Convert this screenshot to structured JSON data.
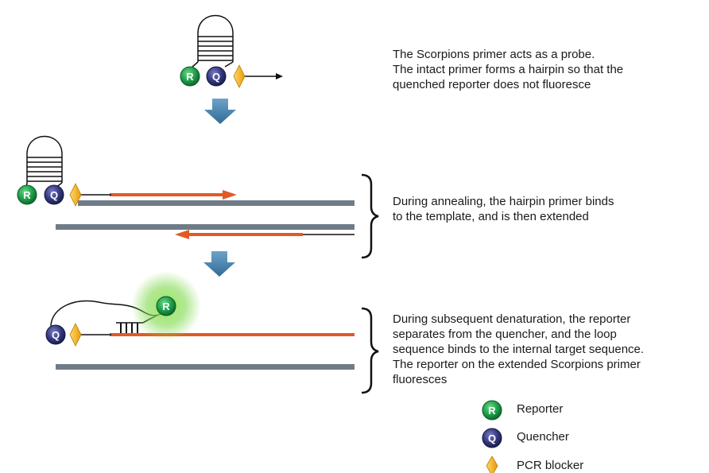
{
  "descriptions": {
    "step1": [
      "The Scorpions primer acts as a probe.",
      "The intact primer forms a hairpin so that the",
      "quenched reporter does not fluoresce"
    ],
    "step2": [
      "During annealing, the hairpin primer binds",
      "to the template, and is then extended"
    ],
    "step3": [
      "During subsequent denaturation, the reporter",
      "separates from the quencher, and the loop",
      "sequence binds to the internal target sequence.",
      "The reporter on the extended Scorpions primer",
      "fluoresces"
    ]
  },
  "markers": {
    "reporter": "R",
    "quencher": "Q"
  },
  "legend": {
    "reporter": "Reporter",
    "quencher": "Quencher",
    "blocker": "PCR blocker"
  },
  "colors": {
    "reporter_green": "#1e9e4a",
    "quencher_navy": "#34387e",
    "blocker_yellow": "#f3b41b",
    "arrow_blue": "#3b78a6",
    "strand_orange": "#e05a26",
    "template_gray": "#6f7c88",
    "glow_green": "#7fd94c"
  },
  "icons": {
    "down_arrow": "down-arrow-icon",
    "brace": "curly-brace-icon",
    "hairpin": "hairpin-loop-icon"
  }
}
